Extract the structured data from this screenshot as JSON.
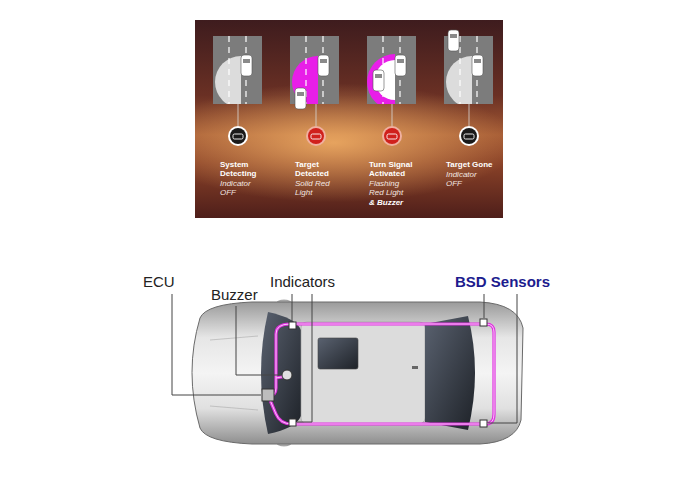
{
  "diagram": {
    "labels": [
      "System Detecting",
      "Indicator OFF",
      "Target Detected",
      "Solid Red Light",
      "Turn Signal Activated",
      "Flashing Red Light",
      "& Buzzer",
      "Target Gone",
      "Indicator OFF",
      "ECU",
      "Buzzer",
      "Indicators",
      "BSD Sensors"
    ]
  }
}
